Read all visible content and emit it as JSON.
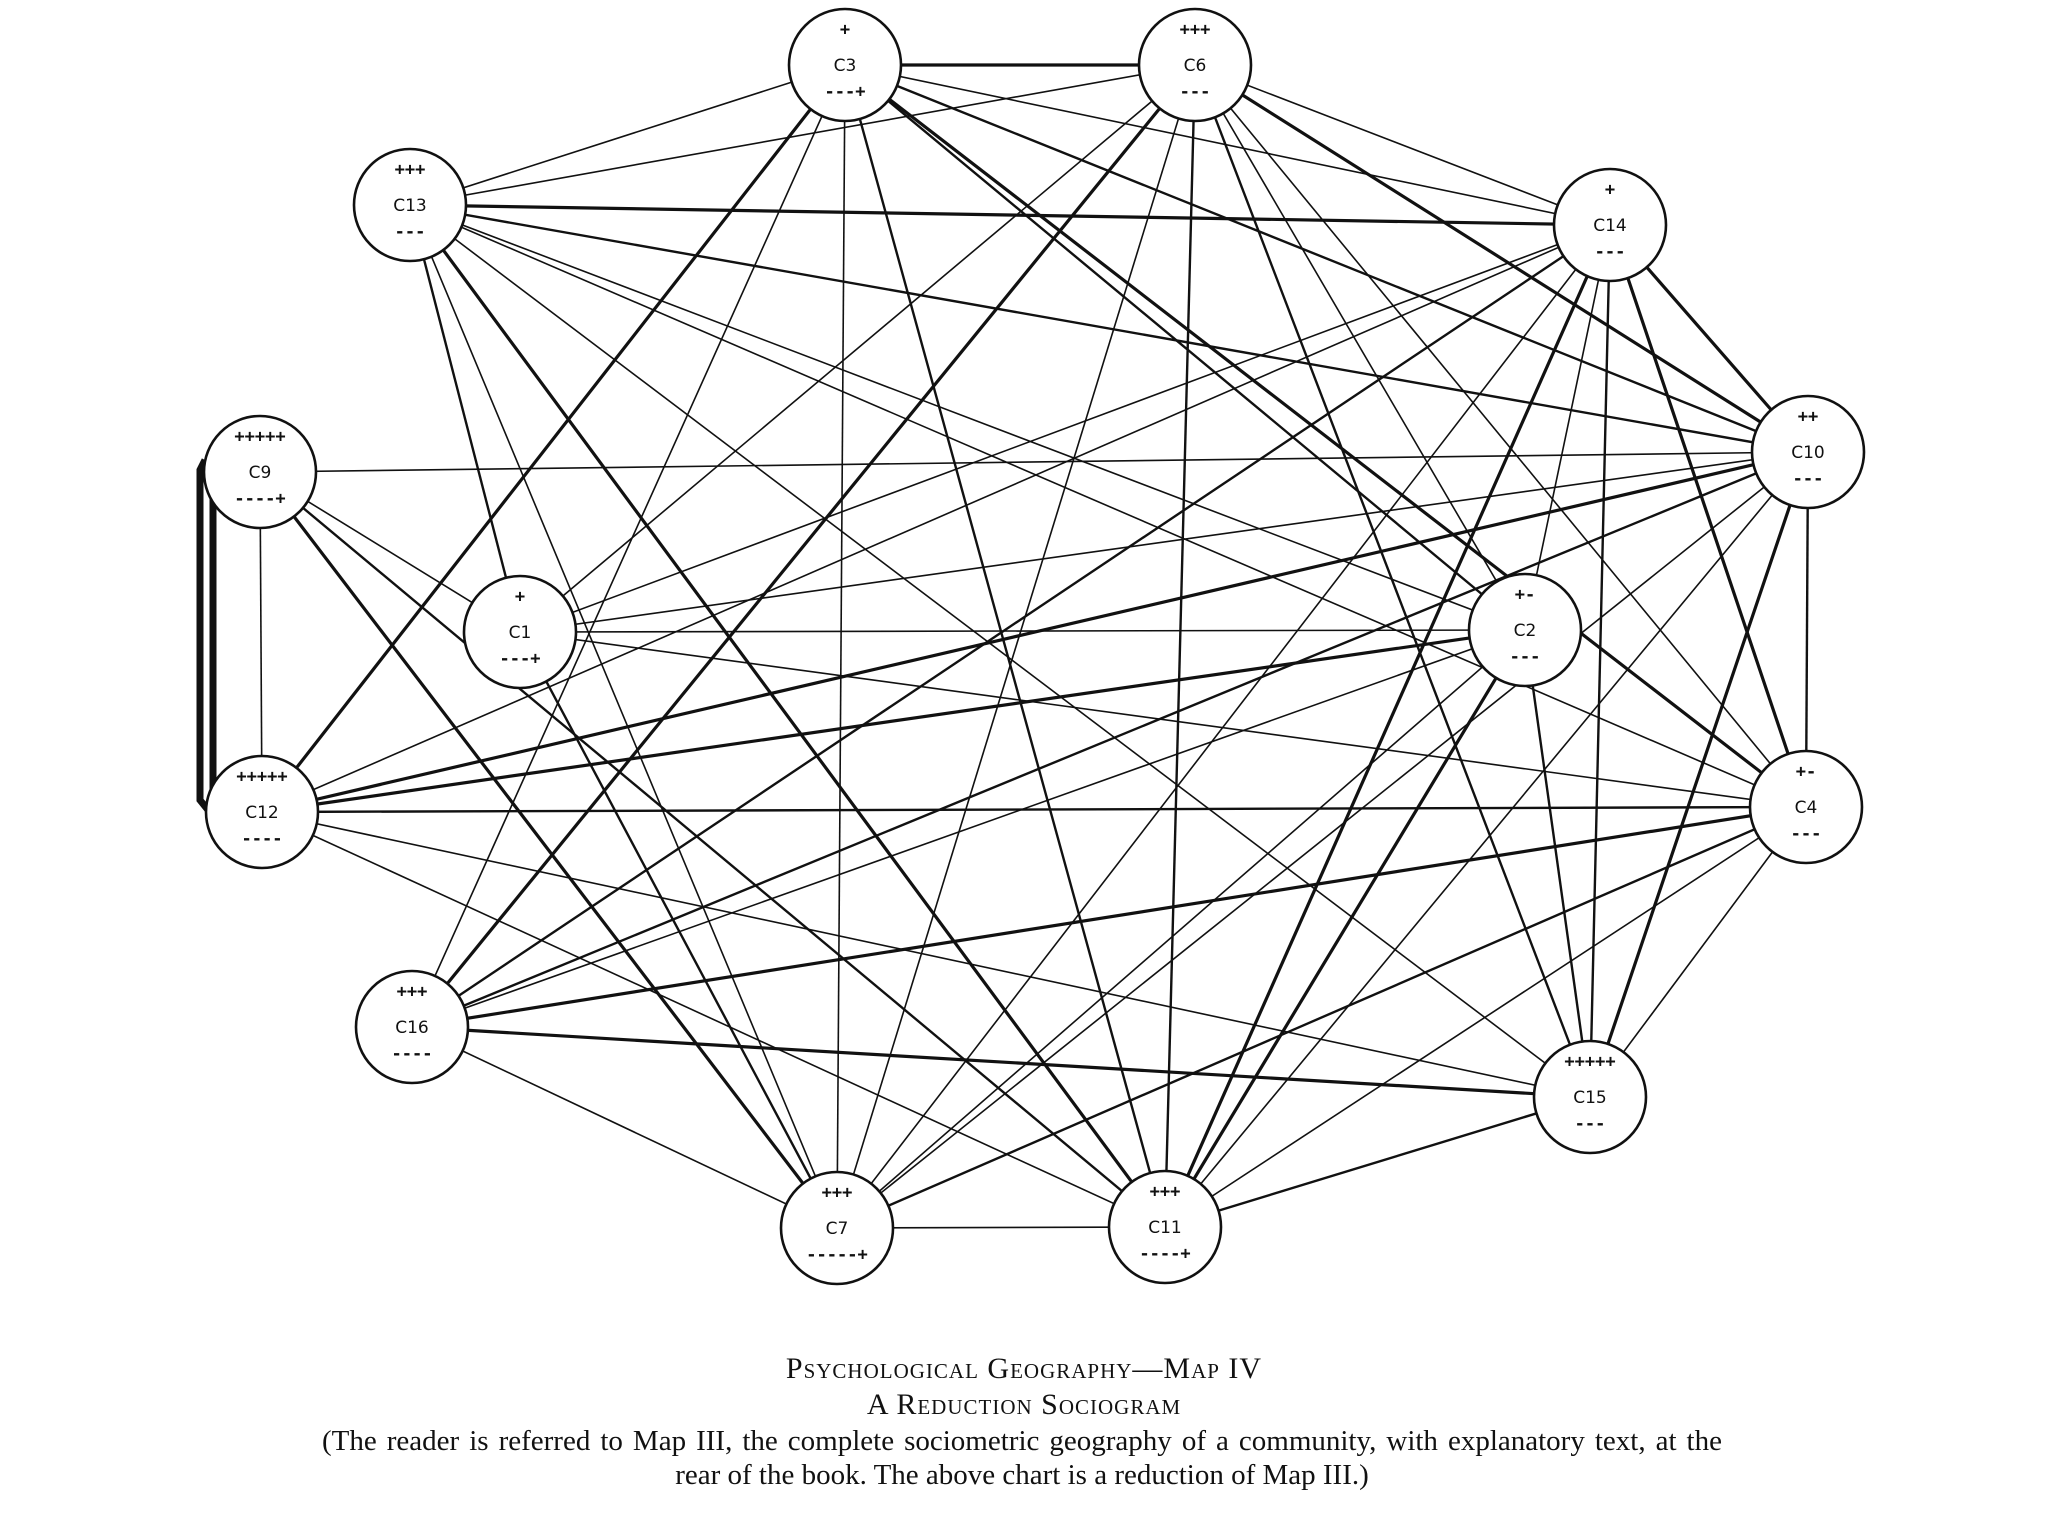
{
  "title": "Psychological Geography—Map IV",
  "subtitle": "A Reduction Sociogram",
  "note": "(The reader is referred to Map III, the complete sociometric geography of a community, with explanatory text, at the rear of the book. The above chart is a reduction of Map III.)",
  "nodes": [
    {
      "id": "C3",
      "label": "C3",
      "top": "+",
      "bottom": "---+"
    },
    {
      "id": "C6",
      "label": "C6",
      "top": "+++",
      "bottom": "---"
    },
    {
      "id": "C13",
      "label": "C13",
      "top": "+++",
      "bottom": "---"
    },
    {
      "id": "C14",
      "label": "C14",
      "top": "+",
      "bottom": "---"
    },
    {
      "id": "C9",
      "label": "C9",
      "top": "+++++",
      "bottom": "----+"
    },
    {
      "id": "C10",
      "label": "C10",
      "top": "++",
      "bottom": "---"
    },
    {
      "id": "C1",
      "label": "C1",
      "top": "+",
      "bottom": "---+"
    },
    {
      "id": "C2",
      "label": "C2",
      "top": "+-",
      "bottom": "---"
    },
    {
      "id": "C12",
      "label": "C12",
      "top": "+++++",
      "bottom": "----"
    },
    {
      "id": "C4",
      "label": "C4",
      "top": "+-",
      "bottom": "---"
    },
    {
      "id": "C16",
      "label": "C16",
      "top": "+++",
      "bottom": "----"
    },
    {
      "id": "C15",
      "label": "C15",
      "top": "+++++",
      "bottom": "---"
    },
    {
      "id": "C7",
      "label": "C7",
      "top": "+++",
      "bottom": "-----+"
    },
    {
      "id": "C11",
      "label": "C11",
      "top": "+++",
      "bottom": "----+"
    }
  ],
  "edges": [
    [
      "C3",
      "C6"
    ],
    [
      "C3",
      "C13"
    ],
    [
      "C3",
      "C14"
    ],
    [
      "C3",
      "C10"
    ],
    [
      "C3",
      "C4"
    ],
    [
      "C3",
      "C7"
    ],
    [
      "C3",
      "C11"
    ],
    [
      "C3",
      "C16"
    ],
    [
      "C3",
      "C12"
    ],
    [
      "C3",
      "C2"
    ],
    [
      "C6",
      "C13"
    ],
    [
      "C6",
      "C14"
    ],
    [
      "C6",
      "C10"
    ],
    [
      "C6",
      "C4"
    ],
    [
      "C6",
      "C7"
    ],
    [
      "C6",
      "C11"
    ],
    [
      "C6",
      "C16"
    ],
    [
      "C6",
      "C2"
    ],
    [
      "C6",
      "C15"
    ],
    [
      "C6",
      "C1"
    ],
    [
      "C13",
      "C14"
    ],
    [
      "C13",
      "C10"
    ],
    [
      "C13",
      "C4"
    ],
    [
      "C13",
      "C7"
    ],
    [
      "C13",
      "C11"
    ],
    [
      "C13",
      "C2"
    ],
    [
      "C13",
      "C15"
    ],
    [
      "C13",
      "C1"
    ],
    [
      "C14",
      "C10"
    ],
    [
      "C14",
      "C12"
    ],
    [
      "C14",
      "C16"
    ],
    [
      "C14",
      "C7"
    ],
    [
      "C14",
      "C11"
    ],
    [
      "C14",
      "C15"
    ],
    [
      "C14",
      "C1"
    ],
    [
      "C14",
      "C2"
    ],
    [
      "C14",
      "C4"
    ],
    [
      "C9",
      "C12"
    ],
    [
      "C9",
      "C10"
    ],
    [
      "C9",
      "C11"
    ],
    [
      "C9",
      "C7"
    ],
    [
      "C9",
      "C1"
    ],
    [
      "C10",
      "C4"
    ],
    [
      "C10",
      "C1"
    ],
    [
      "C10",
      "C12"
    ],
    [
      "C10",
      "C16"
    ],
    [
      "C10",
      "C7"
    ],
    [
      "C10",
      "C11"
    ],
    [
      "C10",
      "C15"
    ],
    [
      "C1",
      "C2"
    ],
    [
      "C1",
      "C4"
    ],
    [
      "C1",
      "C7"
    ],
    [
      "C2",
      "C12"
    ],
    [
      "C2",
      "C16"
    ],
    [
      "C2",
      "C15"
    ],
    [
      "C2",
      "C7"
    ],
    [
      "C2",
      "C11"
    ],
    [
      "C12",
      "C4"
    ],
    [
      "C12",
      "C11"
    ],
    [
      "C12",
      "C15"
    ],
    [
      "C4",
      "C16"
    ],
    [
      "C4",
      "C15"
    ],
    [
      "C4",
      "C11"
    ],
    [
      "C4",
      "C7"
    ],
    [
      "C16",
      "C15"
    ],
    [
      "C16",
      "C7"
    ],
    [
      "C15",
      "C11"
    ],
    [
      "C7",
      "C11"
    ]
  ]
}
